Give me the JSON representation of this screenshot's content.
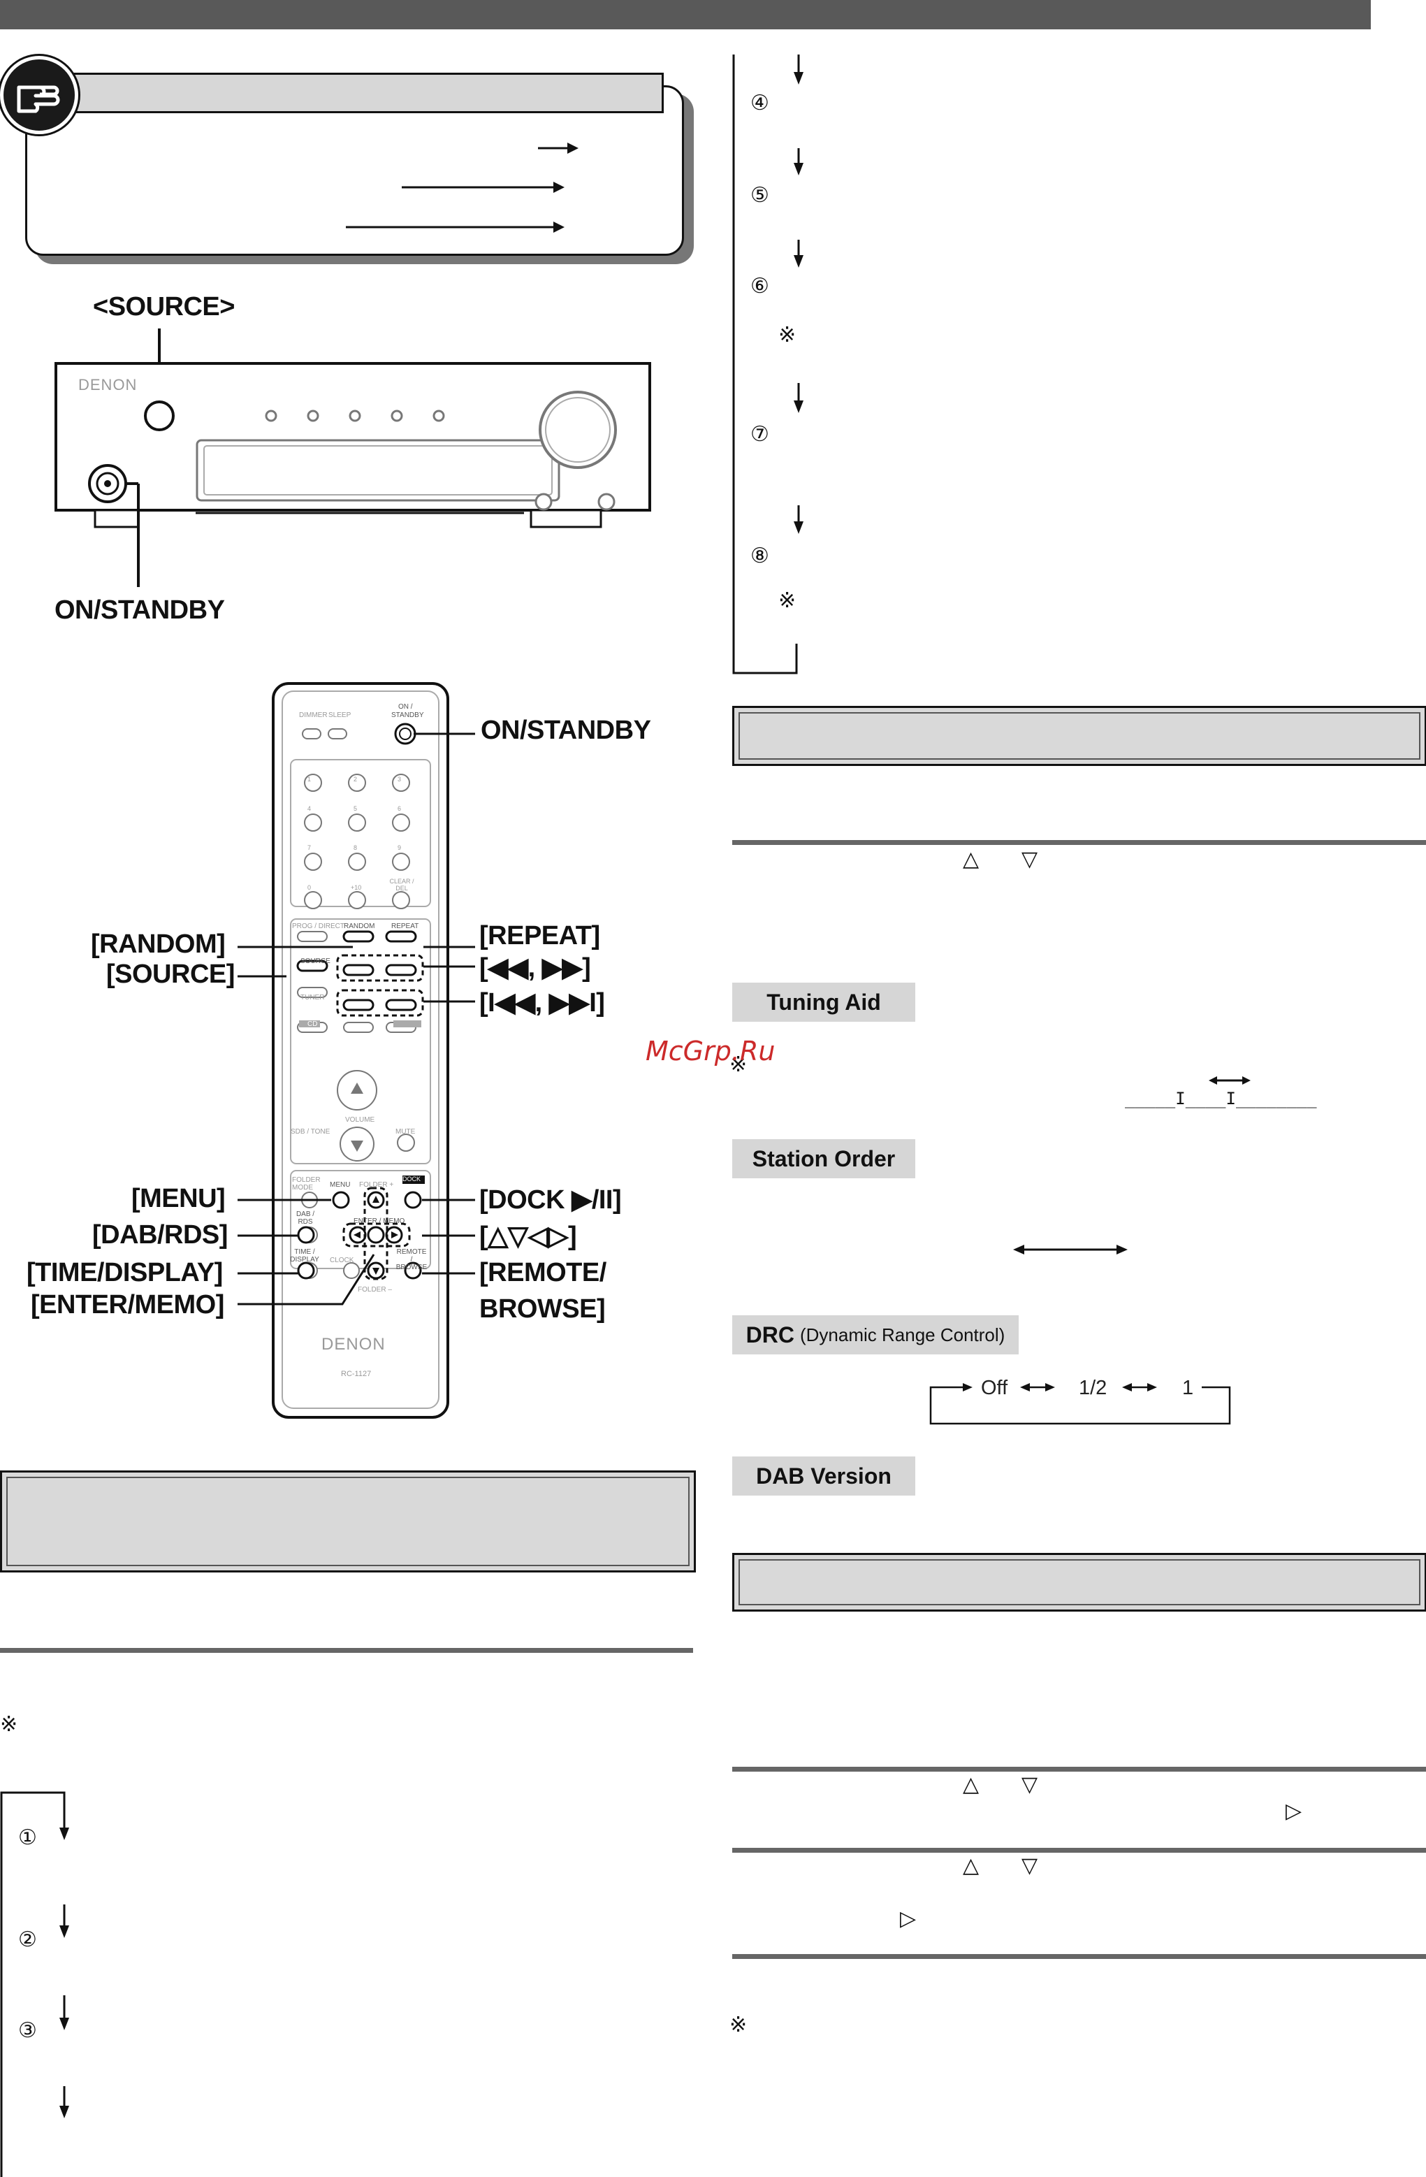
{
  "unit_labels": {
    "source": "<SOURCE>",
    "on_standby": "ON/STANDBY",
    "brand": "DENON"
  },
  "remote_labels": {
    "on_standby": "ON/STANDBY",
    "random": "[RANDOM]",
    "source": "[SOURCE]",
    "repeat": "[REPEAT]",
    "search": "[◀◀, ▶▶]",
    "skip": "[I◀◀, ▶▶I]",
    "menu": "[MENU]",
    "dab_rds": "[DAB/RDS]",
    "time_display": "[TIME/DISPLAY]",
    "enter_memo": "[ENTER/MEMO]",
    "dock": "[DOCK ▶/II]",
    "cursor": "[△▽◁▷]",
    "remote_browse_1": "[REMOTE/",
    "remote_browse_2": "BROWSE]",
    "brand": "DENON",
    "model": "RC-1127"
  },
  "remote_small": {
    "dimmer": "DIMMER",
    "sleep": "SLEEP",
    "on_standby_1": "ON /",
    "on_standby_2": "STANDBY",
    "random": "RANDOM",
    "repeat": "REPEAT",
    "prog_direct": "PROG / DIRECT",
    "source": "SOURCE",
    "tuner": "TUNER",
    "cd": "CD",
    "volume": "VOLUME",
    "sdb_tone": "SDB / TONE",
    "mute": "MUTE",
    "folder_mode": "FOLDER MODE",
    "menu": "MENU",
    "folder_plus": "FOLDER +",
    "dock": "DOCK",
    "dab_rds": "DAB / RDS",
    "time_display": "TIME / DISPLAY",
    "clock": "CLOCK",
    "enter_memo": "ENTER / MEMO",
    "remote_browse": "REMOTE / BROWSE",
    "folder_minus": "FOLDER –",
    "clear_del": "CLEAR / DEL"
  },
  "keypad": [
    "1",
    "2",
    "3",
    "4",
    "5",
    "6",
    "7",
    "8",
    "9",
    "0",
    "+10"
  ],
  "steps_left": [
    "①",
    "②",
    "③"
  ],
  "steps_right": [
    "④",
    "⑤",
    "⑥",
    "⑦",
    "⑧"
  ],
  "note_mark": "※",
  "tags": {
    "tuning_aid": "Tuning Aid",
    "station_order": "Station Order",
    "drc_bold": "DRC",
    "drc_rest": "(Dynamic Range Control)",
    "dab_version": "DAB Version"
  },
  "drc_values": [
    "Off",
    "1/2",
    "1"
  ],
  "cursor_glyphs": {
    "up": "△",
    "down": "▽",
    "right": "▷"
  },
  "tuning_scale": "_____I____I________",
  "watermark": "McGrp.Ru"
}
